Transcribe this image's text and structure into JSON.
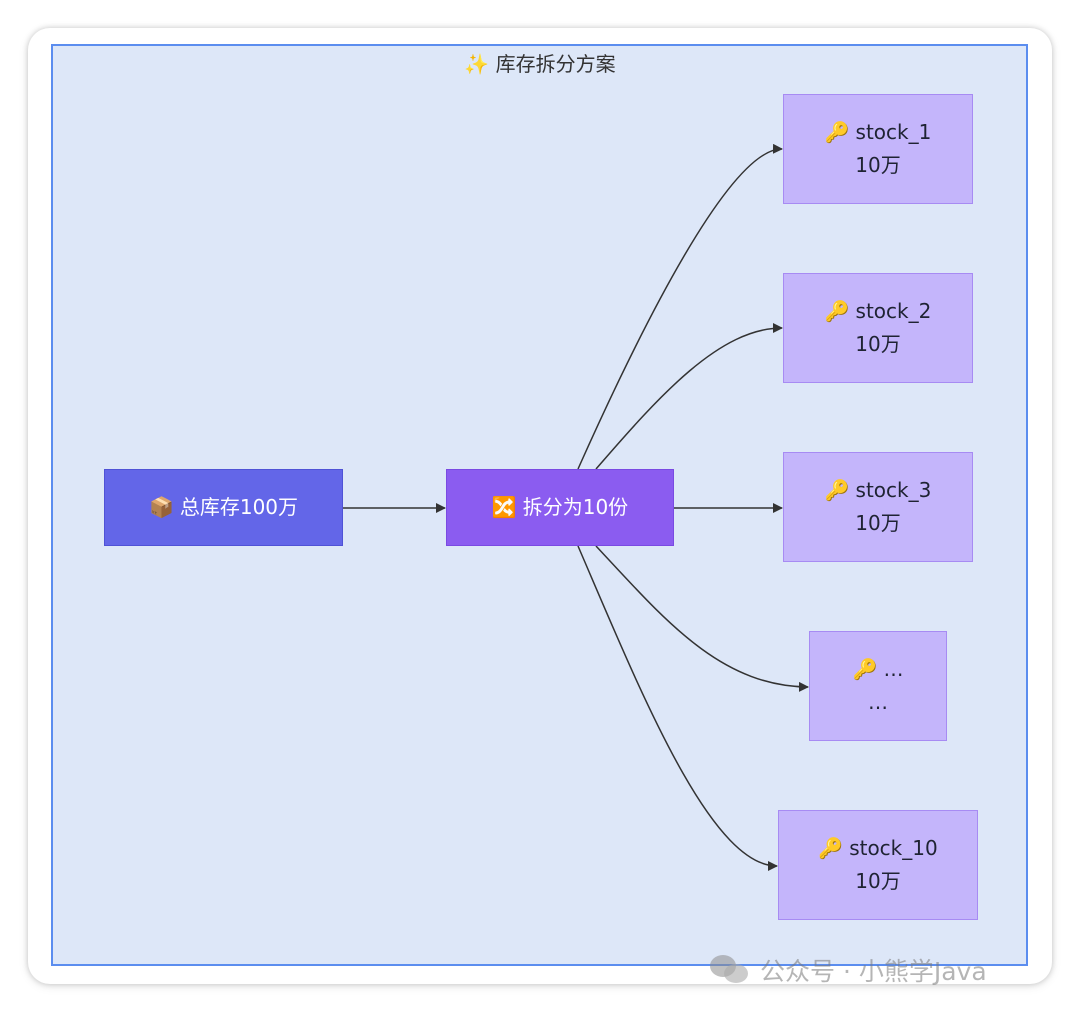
{
  "diagram": {
    "title_icon": "✨",
    "title": "库存拆分方案",
    "nodes": {
      "source": {
        "icon": "📦",
        "label": "总库存100万"
      },
      "split": {
        "icon": "🔀",
        "label": "拆分为10份"
      },
      "stocks": [
        {
          "icon": "🔑",
          "name": "stock_1",
          "amount": "10万"
        },
        {
          "icon": "🔑",
          "name": "stock_2",
          "amount": "10万"
        },
        {
          "icon": "🔑",
          "name": "stock_3",
          "amount": "10万"
        },
        {
          "icon": "🔑",
          "name": "…",
          "amount": "…"
        },
        {
          "icon": "🔑",
          "name": "stock_10",
          "amount": "10万"
        }
      ]
    },
    "edges": [
      {
        "from": "总库存100万",
        "to": "拆分为10份"
      },
      {
        "from": "拆分为10份",
        "to": "stock_1"
      },
      {
        "from": "拆分为10份",
        "to": "stock_2"
      },
      {
        "from": "拆分为10份",
        "to": "stock_3"
      },
      {
        "from": "拆分为10份",
        "to": "…"
      },
      {
        "from": "拆分为10份",
        "to": "stock_10"
      }
    ],
    "colors": {
      "frame_bg": "#dde7f8",
      "frame_border": "#5b8def",
      "source_fill": "#6366e8",
      "split_fill": "#8b5cf0",
      "stock_fill": "#c4b5fb",
      "edge": "#333333"
    }
  },
  "watermark": {
    "icon": "wechat-icon",
    "text": "公众号 · 小熊学Java"
  }
}
